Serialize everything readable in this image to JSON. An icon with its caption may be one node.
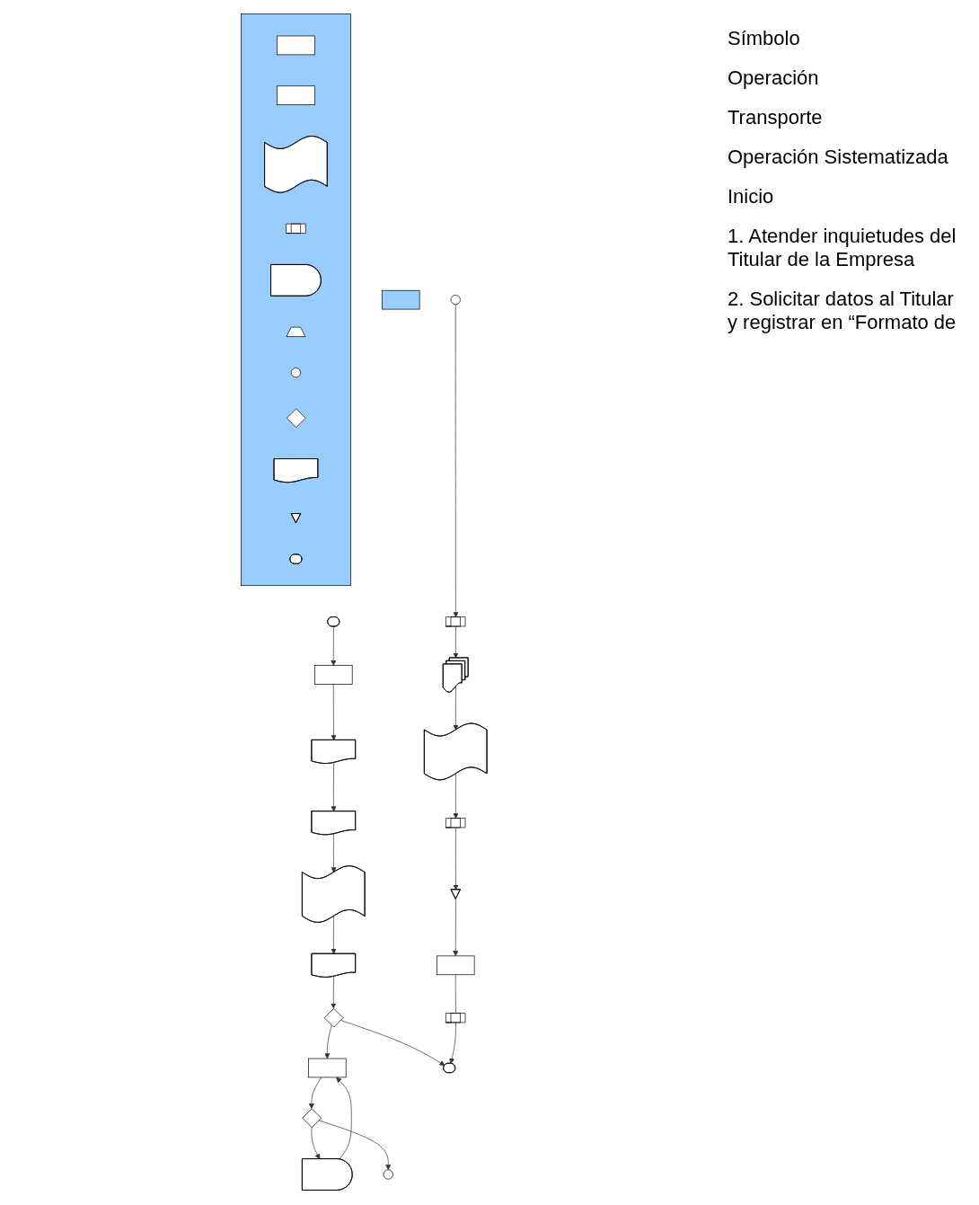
{
  "diagram": {
    "nodes": [
      {
        "text": [],
        "shape": "bar"
      },
      {
        "text": [],
        "shape": "bar"
      },
      {
        "text": [],
        "shape": "box",
        "in": 1
      },
      {
        "text": [],
        "shape": "box",
        "in": 1
      },
      {
        "text": [],
        "shape": "arrow",
        "in": 1
      },
      {
        "text": [],
        "shape": "frame",
        "in": 1
      },
      {
        "text": [],
        "shape": "delay",
        "in": 1
      },
      {
        "text": [],
        "shape": "pentagon",
        "in": 1
      },
      {
        "text": [],
        "shape": "circle",
        "in": 1
      },
      {
        "text": [],
        "shape": "diamond",
        "in": 1
      },
      {
        "text": [],
        "shape": "document",
        "in": 1
      },
      {
        "text": [],
        "shape": "triangle",
        "in": 1
      },
      {
        "text": [],
        "shape": "terminator",
        "in": 1
      },
      {
        "text": [],
        "shape": "terminator"
      },
      {
        "text": [],
        "shape": "box"
      },
      {
        "text": [],
        "shape": "document"
      },
      {
        "text": [],
        "shape": "document"
      },
      {
        "text": [],
        "shape": "arrow"
      },
      {
        "text": [],
        "shape": "document"
      },
      {
        "text": [],
        "shape": "diamond"
      },
      {
        "text": [],
        "shape": "box"
      },
      {
        "text": [],
        "shape": "delay"
      },
      {
        "text": [],
        "shape": "diamond"
      },
      {
        "text": [],
        "shape": "circle"
      },
      {
        "text": [],
        "shape": "circle"
      },
      {
        "text": [],
        "shape": "frame"
      },
      {
        "text": [],
        "shape": "documents"
      },
      {
        "text": [],
        "shape": "arrow"
      },
      {
        "text": [],
        "shape": "frame"
      },
      {
        "text": [],
        "shape": "triangle"
      },
      {
        "text": [],
        "shape": "box"
      },
      {
        "text": [],
        "shape": "frame"
      },
      {
        "text": [],
        "shape": "terminator"
      }
    ],
    "edges": [
      {
        "from": 13,
        "to": 14,
        "arrow": "to"
      },
      {
        "from": 14,
        "to": 15,
        "arrow": "to"
      },
      {
        "from": 15,
        "to": 16,
        "arrow": "to"
      },
      {
        "from": 16,
        "to": 17,
        "arrow": "to"
      },
      {
        "from": 17,
        "to": 18,
        "arrow": "to"
      },
      {
        "from": 18,
        "to": 19,
        "arrow": "to"
      },
      {
        "from": 19,
        "to": 20,
        "arrow": "to"
      },
      {
        "from": 19,
        "to": 32,
        "arrow": "to"
      },
      {
        "from": 21,
        "to": 20,
        "arrow": "to"
      },
      {
        "from": 20,
        "to": 22,
        "arrow": "to"
      },
      {
        "from": 22,
        "to": 21,
        "arrow": "to"
      },
      {
        "from": 22,
        "to": 23,
        "arrow": "to"
      },
      {
        "from": 24,
        "to": 25,
        "arrow": "to"
      },
      {
        "from": 25,
        "to": 26,
        "arrow": "to"
      },
      {
        "from": 26,
        "to": 27,
        "arrow": "to"
      },
      {
        "from": 27,
        "to": 28,
        "arrow": "to"
      },
      {
        "from": 28,
        "to": 29,
        "arrow": "to"
      },
      {
        "from": 29,
        "to": 30,
        "arrow": "to"
      },
      {
        "from": 30,
        "to": 31,
        "arrow": "none"
      },
      {
        "from": 31,
        "to": 32,
        "arrow": "to"
      }
    ],
    "labels": [
      "Símbolo",
      "Operación",
      "Transporte",
      "Operación Sistematizada",
      "Inicio",
      "1. Atender inquietudes del Titular de la Empresa",
      "2. Solicitar datos al Titular y registrar en “Formato de"
    ]
  }
}
